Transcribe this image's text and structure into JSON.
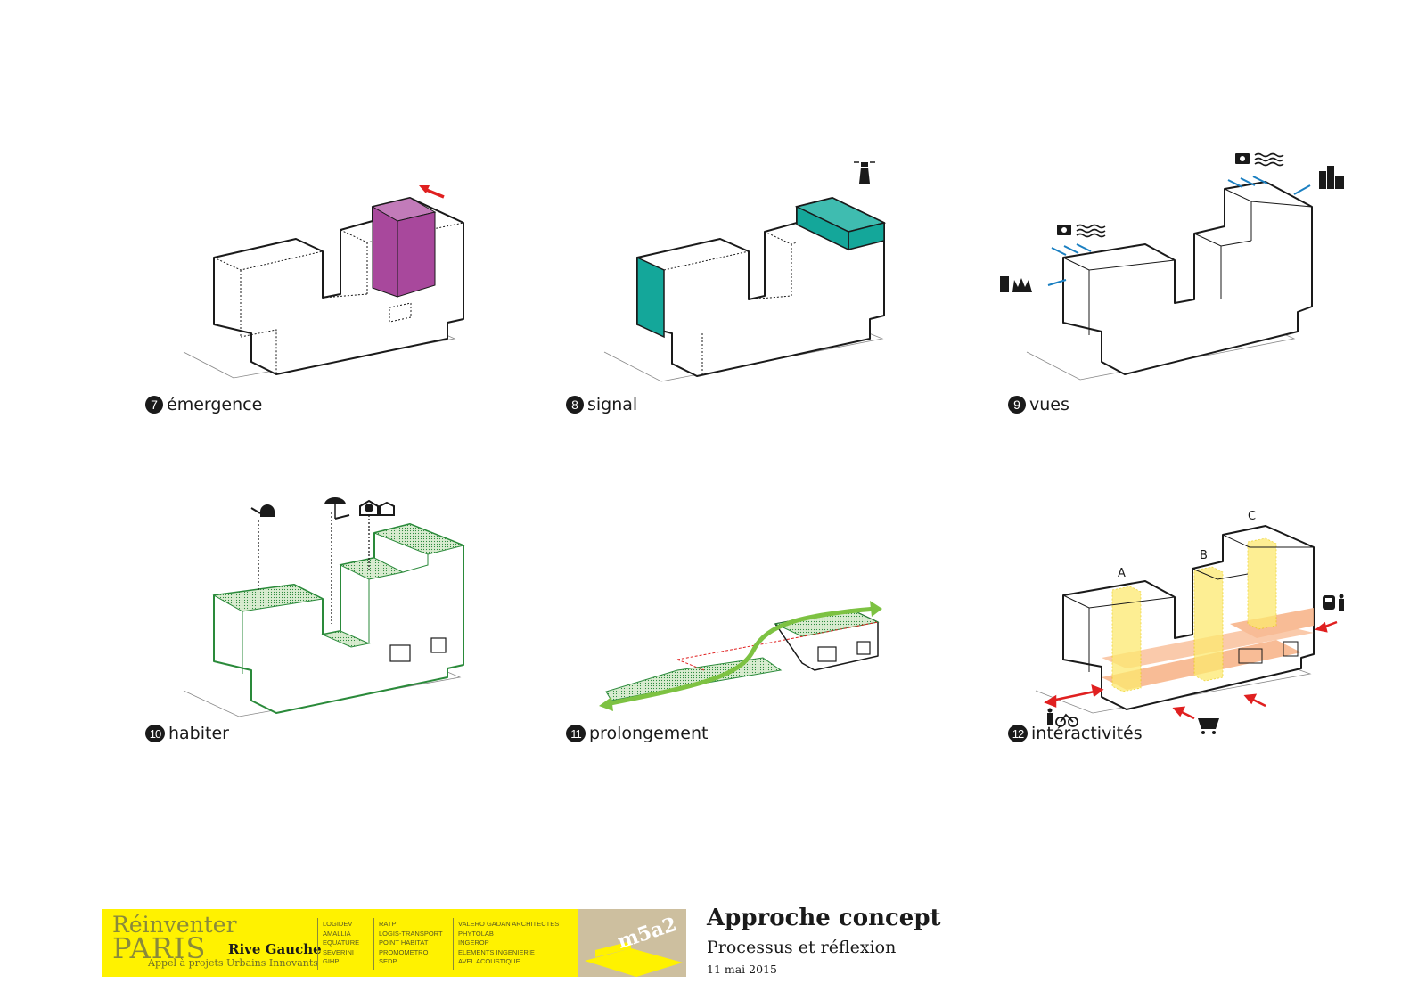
{
  "panels": [
    {
      "number": "7",
      "label": "émergence"
    },
    {
      "number": "8",
      "label": "signal"
    },
    {
      "number": "9",
      "label": "vues"
    },
    {
      "number": "10",
      "label": "habiter"
    },
    {
      "number": "11",
      "label": "prolongement"
    },
    {
      "number": "12",
      "label": "intéractivités",
      "letters": [
        "A",
        "B",
        "C"
      ]
    }
  ],
  "colors": {
    "emergence": "#a8489c",
    "signal": "#14a79a",
    "vues_arrows": "#1a7fc1",
    "habiter_outline": "#2a8a3a",
    "prolongement_arrow": "#7dc242",
    "interactivites_arrows": "#e02020",
    "interactivites_band": "#f7b184",
    "interactivites_column": "#fde96f",
    "footer_bg": "#fff200"
  },
  "icons": {
    "emergence": [
      "red-arrow-icon"
    ],
    "signal": [
      "lighthouse-icon"
    ],
    "vues": [
      "camera-icon",
      "water-waves-icon",
      "city-buildings-icon",
      "building-icon",
      "grass-icon"
    ],
    "habiter": [
      "watering-can-icon",
      "parasol-icon",
      "garden-icon"
    ],
    "interactivites": [
      "train-icon",
      "pedestrian-icon",
      "bicycle-icon",
      "shopping-cart-icon"
    ]
  },
  "footer": {
    "brand_line1": "Réinventer",
    "brand_line2": "PARIS",
    "brand_rive": "Rive Gauche",
    "brand_appel": "Appel à projets Urbains Innovants",
    "col1": [
      "LOGIDEV",
      "AMALLIA",
      "EQUATURE",
      "SEVERINI",
      "GIHP"
    ],
    "col2": [
      "RATP",
      "LOGIS-TRANSPORT",
      "POINT HABITAT",
      "PROMOMETRO",
      "SEDP"
    ],
    "col3": [
      "VALERO GADAN ARCHITECTES",
      "PHYTOLAB",
      "INGEROP",
      "ELEMENTS INGENIERIE",
      "AVEL ACOUSTIQUE"
    ],
    "logo": "m5a2"
  },
  "title": "Approche concept",
  "subtitle": "Processus et réflexion",
  "date": "11 mai 2015"
}
